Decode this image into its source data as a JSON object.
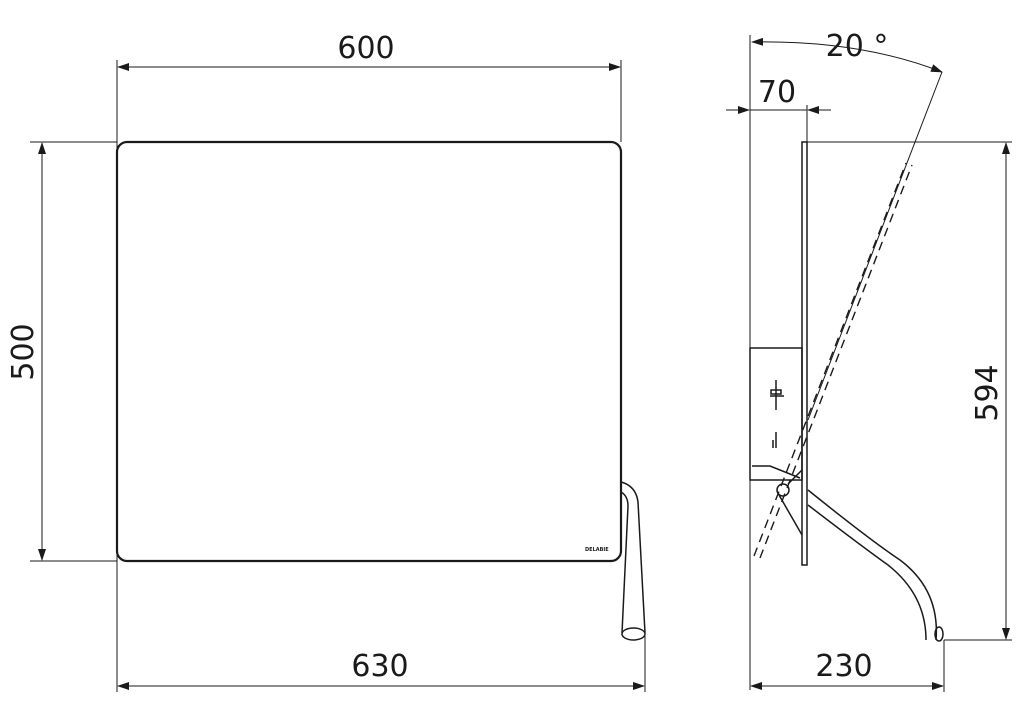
{
  "dimensions": {
    "front_width": "600",
    "front_height": "500",
    "front_overall_width": "630",
    "side_offset": "70",
    "side_angle": "20 °",
    "side_height": "594",
    "side_depth": "230"
  },
  "brand_mark": "DELABIE",
  "colors": {
    "line": "#1a1a1a",
    "background": "#ffffff"
  }
}
